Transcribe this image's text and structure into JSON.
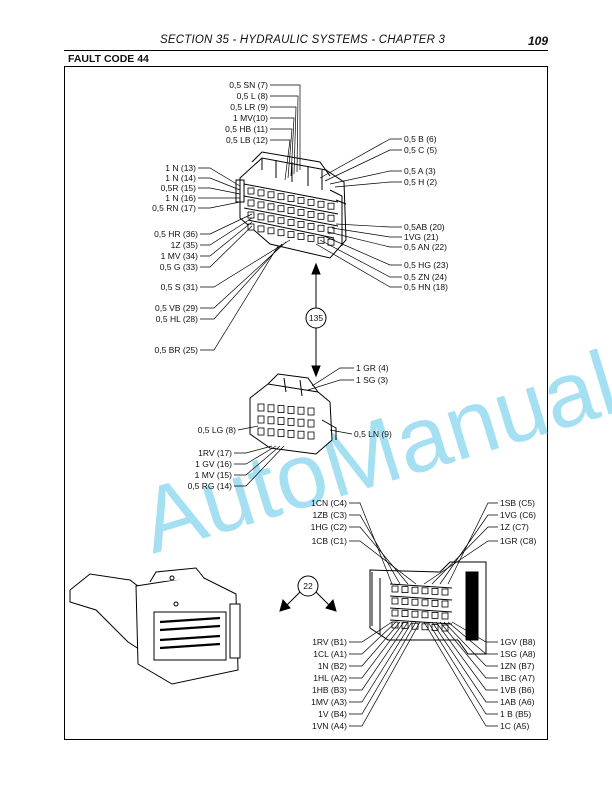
{
  "header": {
    "title": "SECTION 35 - HYDRAULIC SYSTEMS - CHAPTER 3",
    "page": "109"
  },
  "fault_code": "FAULT CODE 44",
  "watermark": "AutoManual",
  "ref_135": "135",
  "ref_22": "22",
  "top_connector": {
    "top_labels": [
      "0,5 SN (7)",
      "0,5 L (8)",
      "0,5 LR (9)",
      "1 MV(10)",
      "0,5 HB (11)",
      "0,5 LB (12)"
    ],
    "left_upper": [
      "1 N (13)",
      "1 N (14)",
      "0,5R (15)",
      "1 N (16)",
      "0,5 RN (17)"
    ],
    "left_lower": [
      "0,5 HR (36)",
      "1Z (35)",
      "1 MV (34)",
      "0,5 G (33)"
    ],
    "left_bottom": [
      "0,5 S (31)",
      "0,5 VB (29)",
      "0,5 HL (28)",
      "0,5 BR (25)"
    ],
    "right_upper": [
      "0,5 B (6)",
      "0,5 C (5)",
      "0,5 A (3)",
      "0,5 H (2)"
    ],
    "right_lower": [
      "0,5AB (20)",
      "1VG (21)",
      "0,5 AN (22)",
      "0,5 HG (23)",
      "0,5 ZN (24)",
      "0,5 HN (18)"
    ]
  },
  "mid_connector": {
    "right_top": [
      "1 GR (4)",
      "1 SG (3)"
    ],
    "left": "0,5 LG (8)",
    "right": "0,5 LN (9)",
    "left_bottom": [
      "1RV (17)",
      "1 GV (16)",
      "1 MV (15)",
      "0,5 RG (14)"
    ]
  },
  "bottom_connector": {
    "left_top": [
      "1CN (C4)",
      "1ZB (C3)",
      "1HG (C2)",
      "1CB (C1)"
    ],
    "right_top": [
      "1SB (C5)",
      "1VG (C6)",
      "1Z (C7)",
      "1GR (C8)"
    ],
    "left_bottom": [
      "1RV (B1)",
      "1CL (A1)",
      "1N (B2)",
      "1HL (A2)",
      "1HB (B3)",
      "1MV (A3)",
      "1V (B4)",
      "1VN (A4)"
    ],
    "right_bottom": [
      "1GV (B8)",
      "1SG (A8)",
      "1ZN (B7)",
      "1BC (A7)",
      "1VB (B6)",
      "1AB (A6)",
      "1  B (B5)",
      "1C (A5)"
    ]
  }
}
